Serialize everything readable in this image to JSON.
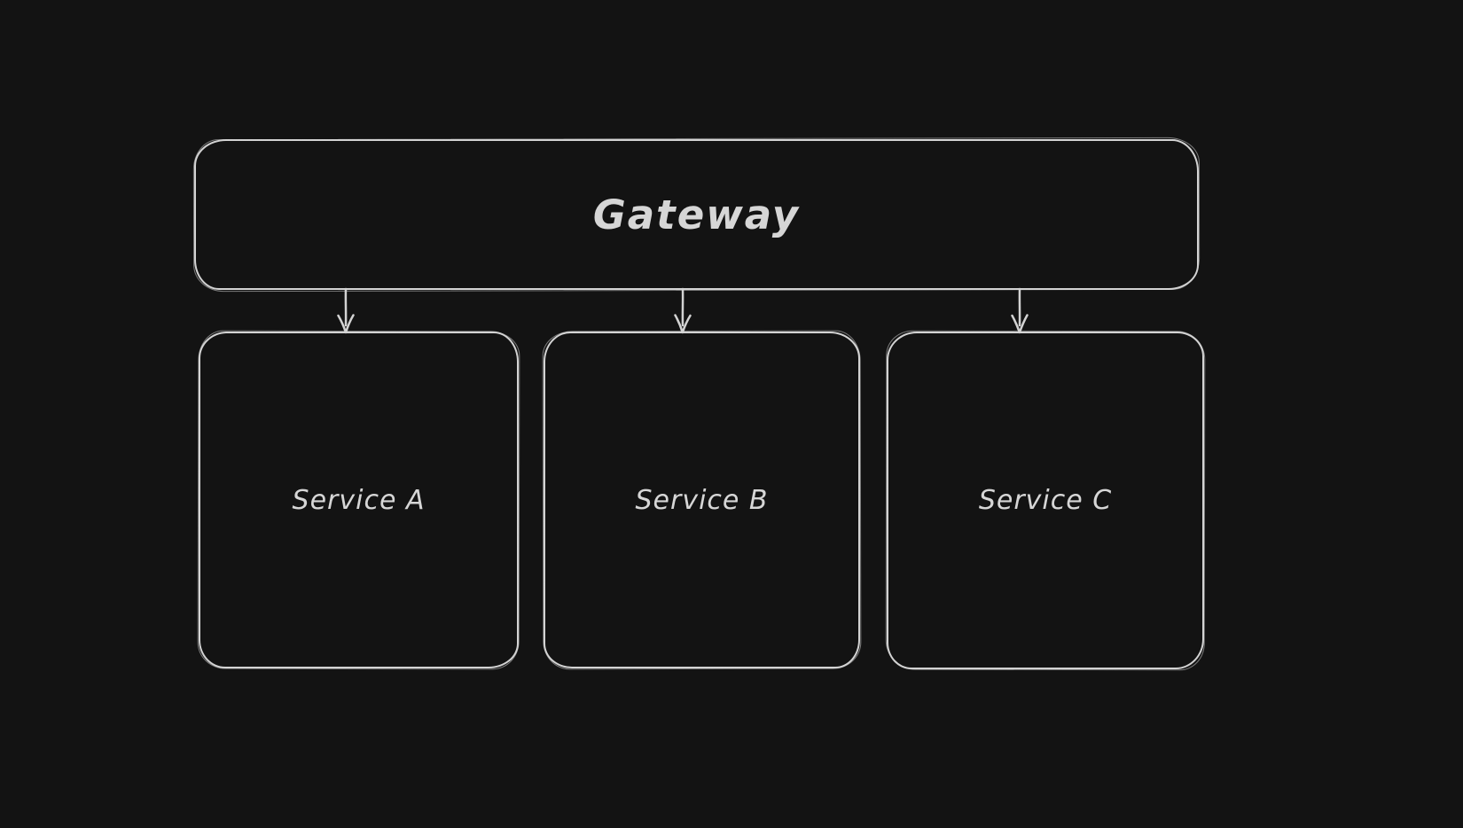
{
  "diagram": {
    "type": "flowchart",
    "style": "hand-drawn",
    "colors": {
      "background": "#131313",
      "stroke": "#d3d3d3",
      "text": "#d6d6d6"
    },
    "nodes": [
      {
        "id": "gateway",
        "label": "Gateway",
        "shape": "rounded-rectangle"
      },
      {
        "id": "service-a",
        "label": "Service A",
        "shape": "rounded-rectangle"
      },
      {
        "id": "service-b",
        "label": "Service B",
        "shape": "rounded-rectangle"
      },
      {
        "id": "service-c",
        "label": "Service C",
        "shape": "rounded-rectangle"
      }
    ],
    "edges": [
      {
        "from": "gateway",
        "to": "service-a",
        "type": "arrow",
        "direction": "down"
      },
      {
        "from": "gateway",
        "to": "service-b",
        "type": "arrow",
        "direction": "down"
      },
      {
        "from": "gateway",
        "to": "service-c",
        "type": "arrow",
        "direction": "down"
      }
    ]
  }
}
